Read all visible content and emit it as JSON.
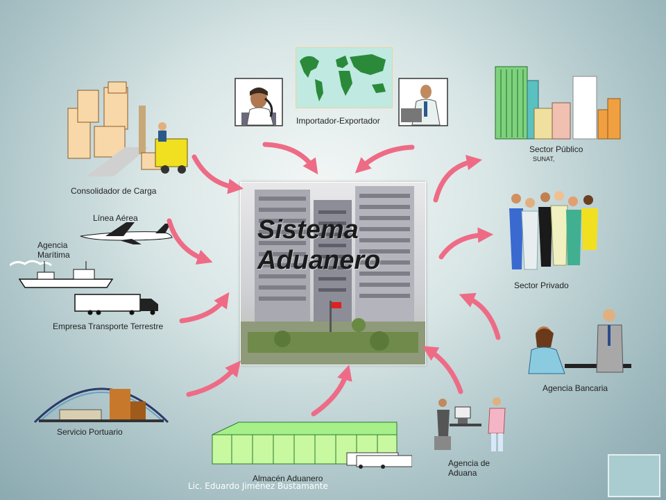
{
  "diagram": {
    "center": {
      "title": "Sistema\nAduanero"
    },
    "nodes": {
      "importador": {
        "label": "Importador-Exportador"
      },
      "sector_publico": {
        "label": "Sector Público",
        "sublabel": "SUNAT,"
      },
      "sector_privado": {
        "label": "Sector Privado"
      },
      "agencia_bancaria": {
        "label": "Agencia Bancaria"
      },
      "agencia_aduana": {
        "label": "Agencia de\nAduana"
      },
      "almacen": {
        "label": "Almacén Aduanero"
      },
      "servicio_portuario": {
        "label": "Servicio Portuario"
      },
      "transporte_terrestre": {
        "label": "Empresa Transporte Terrestre"
      },
      "agencia_maritima": {
        "label": "Agencia\nMarítima"
      },
      "linea_aerea": {
        "label": "Línea Aérea"
      },
      "consolidador": {
        "label": "Consolidador de Carga"
      }
    },
    "arrow_color": "#ee6b86"
  },
  "footer": {
    "credit": "Lic. Eduardo Jiménez Bustamante"
  }
}
